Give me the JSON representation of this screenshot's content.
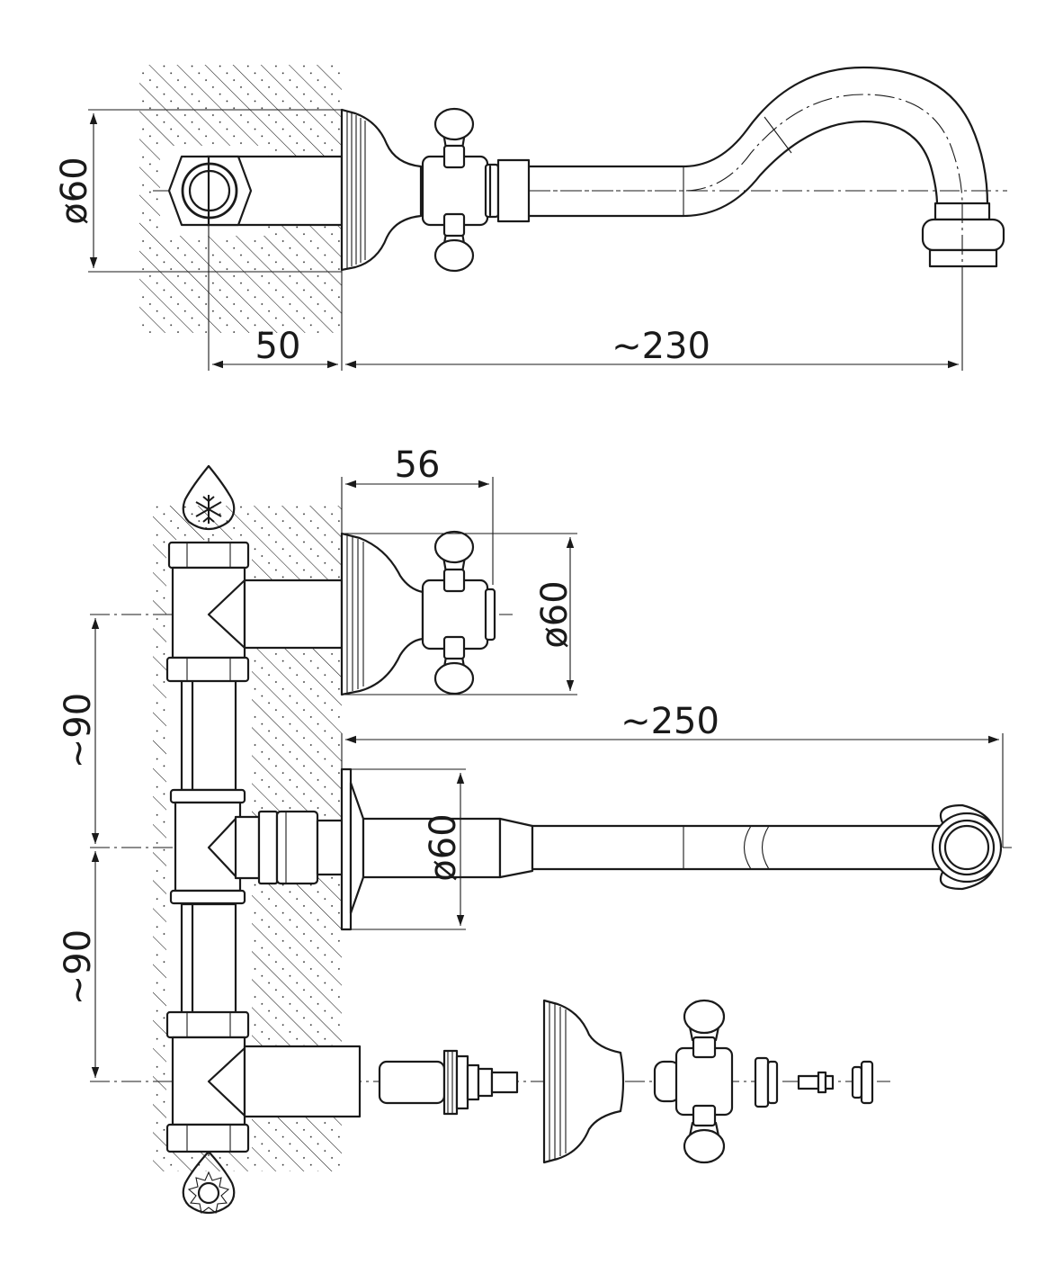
{
  "top_view": {
    "diameter_label": "ø60",
    "depth_label": "50",
    "spout_length_label": "~230"
  },
  "front_view": {
    "handle_depth_label": "56",
    "handle_diameter_label": "ø60",
    "spout_length_label": "~250",
    "flange_diameter_label": "ø60",
    "spacing_upper_label": "~90",
    "spacing_lower_label": "~90"
  },
  "icons": {
    "cold_supply": "snowflake-drop-icon",
    "hot_supply": "sun-drop-icon"
  }
}
